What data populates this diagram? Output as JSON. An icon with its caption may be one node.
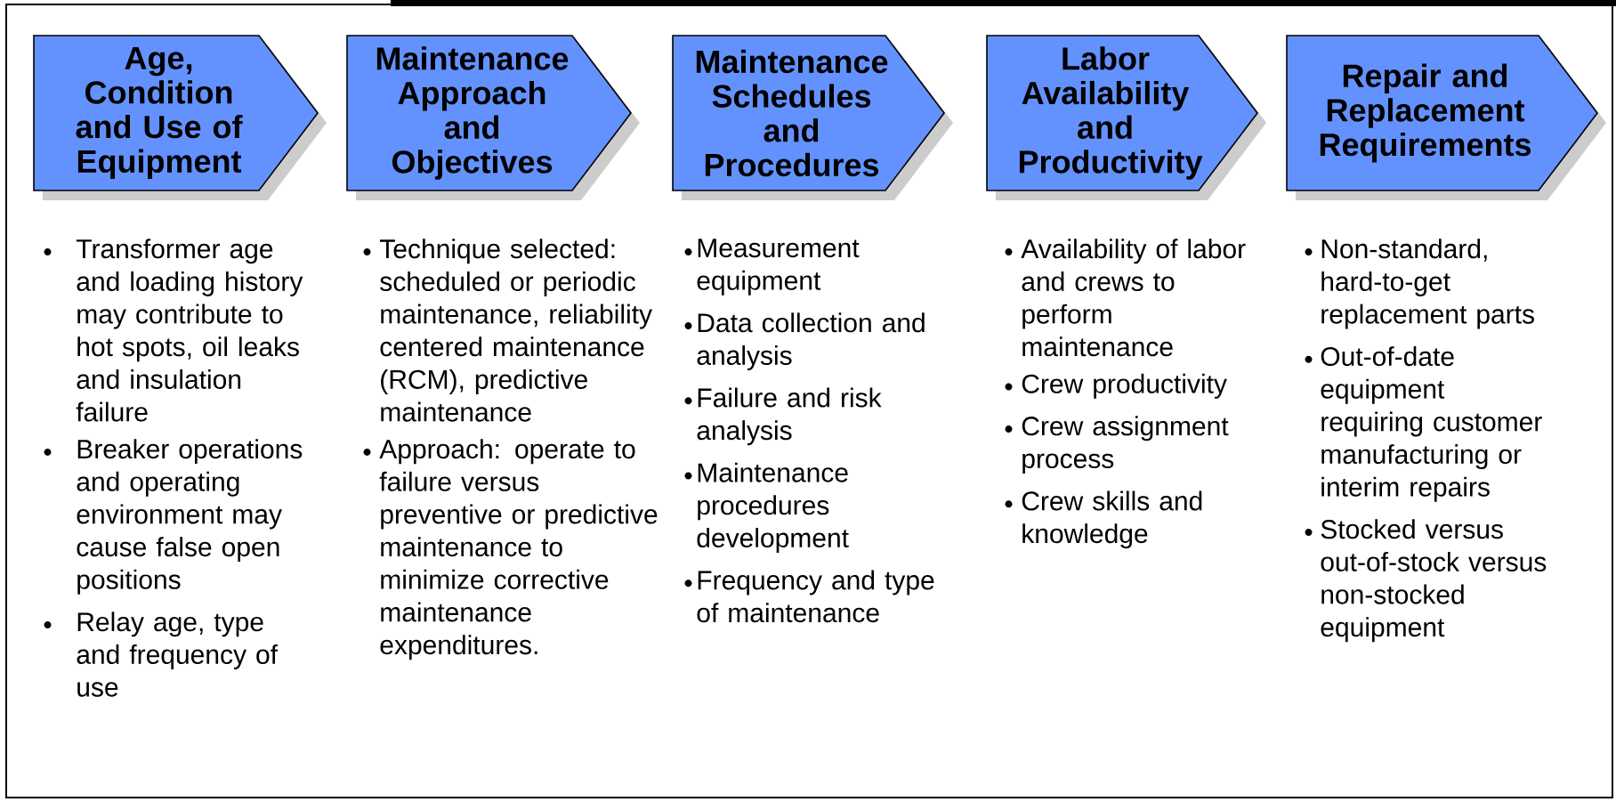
{
  "diagram": {
    "nodes": [
      {
        "text": [
          "Age, Condition and Use of Equipment"
        ],
        "beside": [
          "Transformer age and loading history may contribute to hot spots, oil leaks and insulation failure",
          "Breaker operations and operating environment may cause false open positions",
          "Relay age, type and frequency of use"
        ]
      },
      {
        "text": [
          "Maintenance Approach and Objectives"
        ],
        "beside": [
          "Technique selected: scheduled or periodic maintenance, reliability centered maintenance (RCM), predictive maintenance",
          "Approach: operate to failure versus preventive or predictive maintenance to minimize corrective maintenance expenditures."
        ]
      },
      {
        "text": [
          "Maintenance Schedules and Procedures"
        ],
        "beside": [
          "Measurement equipment",
          "Data collection and analysis",
          "Failure and risk analysis",
          "Maintenance procedures development",
          "Frequency and type of maintenance"
        ]
      },
      {
        "text": [
          "Labor Availability and Productivity"
        ],
        "beside": [
          "Availability of labor and crews to perform maintenance",
          "Crew productivity",
          "Crew assignment process",
          "Crew skills and knowledge"
        ]
      },
      {
        "text": [
          "Repair and Replacement Requirements"
        ],
        "beside": [
          "Non-standard, hard-to-get replacement parts",
          "Out-of-date equipment requiring customer manufacturing or interim repairs",
          "Stocked versus out-of-stock versus non-stocked equipment"
        ]
      }
    ]
  }
}
